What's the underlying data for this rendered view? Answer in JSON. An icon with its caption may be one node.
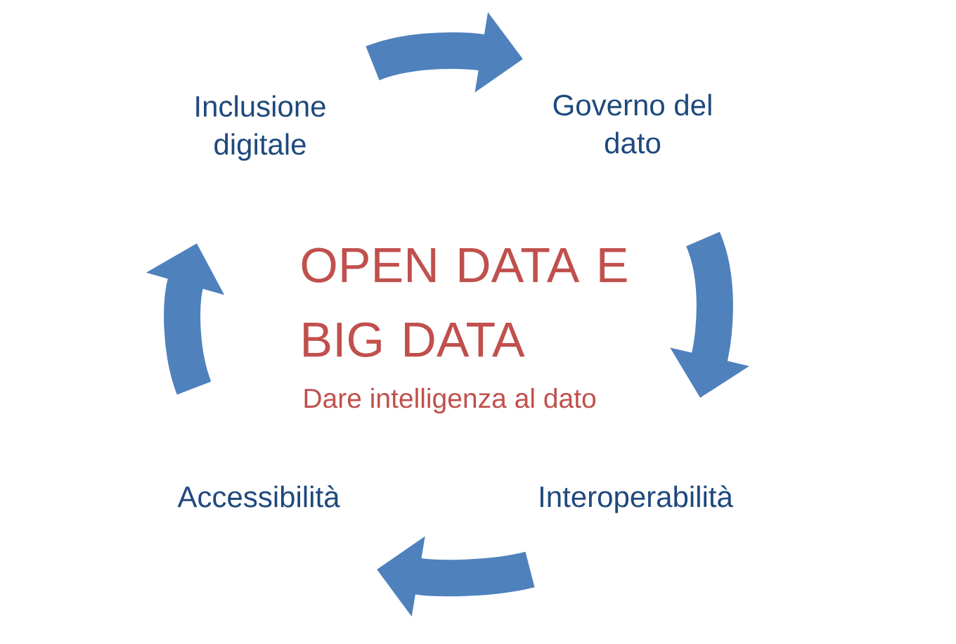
{
  "diagram": {
    "title": "OPEN DATA E BIG DATA",
    "nodes": [
      {
        "text": [
          "Inclusione digitale"
        ]
      },
      {
        "text": [
          "Governo del dato"
        ]
      },
      {
        "text": [
          "Interoperabilità"
        ]
      },
      {
        "text": [
          "Accessibilità"
        ]
      }
    ],
    "edges": [
      {
        "from": 0,
        "to": 1,
        "arrow": "to"
      },
      {
        "from": 1,
        "to": 2,
        "arrow": "to"
      },
      {
        "from": 2,
        "to": 3,
        "arrow": "to"
      },
      {
        "from": 3,
        "to": 0,
        "arrow": "to"
      }
    ],
    "labels": [
      "Dare intelligenza al dato"
    ]
  }
}
